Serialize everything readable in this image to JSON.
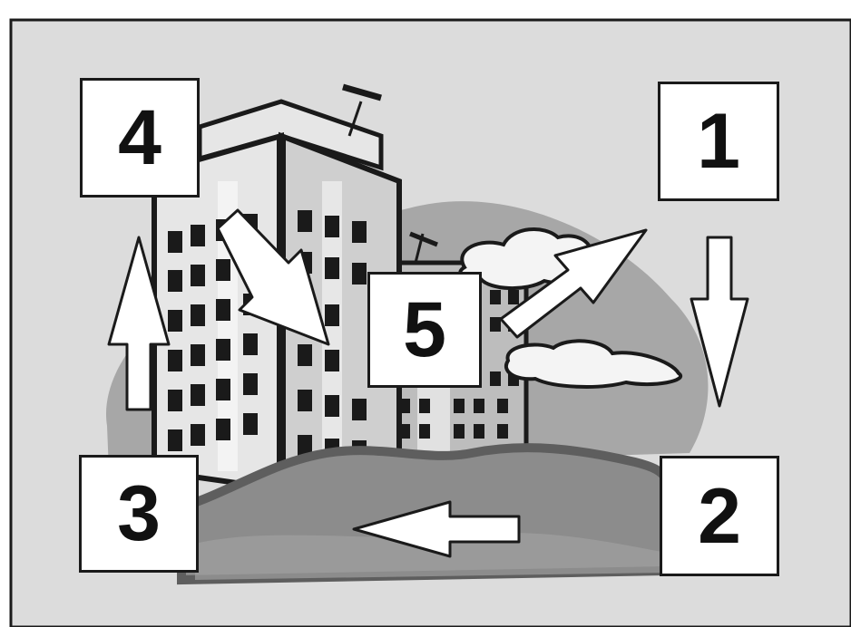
{
  "labels": {
    "one": "1",
    "two": "2",
    "three": "3",
    "four": "4",
    "five": "5"
  },
  "colors": {
    "panel_bg": "#dcdcdc",
    "frame": "#1a1a1a",
    "sky_blob": "#a7a7a7",
    "ground": "#8c8c8c",
    "ground_dark": "#5e5e5e",
    "building_light": "#e6e6e6",
    "building_mid": "#bdbdbd",
    "window": "#1a1a1a",
    "cloud": "#f4f4f4",
    "arrow_fill": "#ffffff"
  },
  "arrows": [
    {
      "from": "1",
      "to": "2",
      "direction": "down"
    },
    {
      "from": "2",
      "to": "3",
      "direction": "left"
    },
    {
      "from": "3",
      "to": "4",
      "direction": "up"
    },
    {
      "from": "4",
      "to": "5",
      "direction": "down-right"
    },
    {
      "from": "5",
      "to": "1",
      "direction": "up-right"
    }
  ]
}
